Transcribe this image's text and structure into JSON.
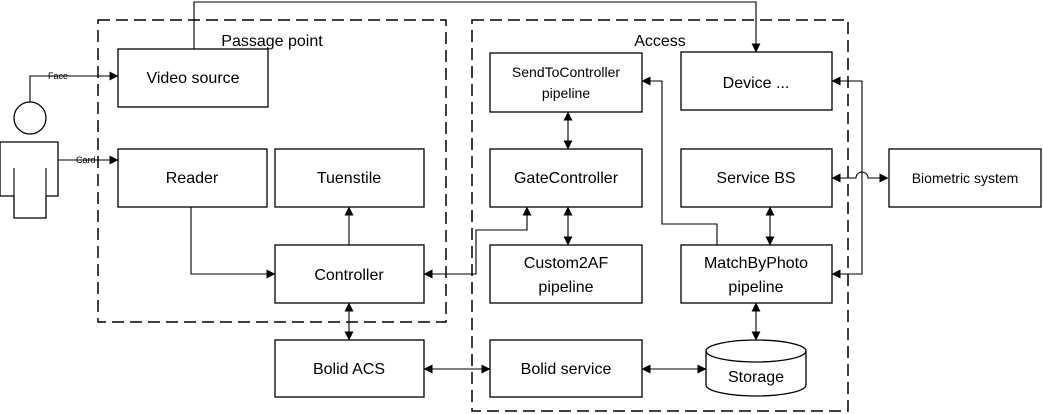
{
  "groups": {
    "passage_point": "Passage point",
    "access": "Access"
  },
  "nodes": {
    "video_source": "Video source",
    "reader": "Reader",
    "turnstile": "Tuenstile",
    "controller": "Controller",
    "bolid_acs": "Bolid ACS",
    "send_to_controller_line1": "SendToController",
    "send_to_controller_line2": "pipeline",
    "device": "Device ...",
    "gate_controller": "GateController",
    "service_bs": "Service BS",
    "custom2af_line1": "Custom2AF",
    "custom2af_line2": "pipeline",
    "match_by_photo_line1": "MatchByPhoto",
    "match_by_photo_line2": "pipeline",
    "bolid_service": "Bolid service",
    "storage": "Storage",
    "biometric_system": "Biometric system"
  },
  "edge_labels": {
    "face": "Face",
    "card": "Card"
  }
}
